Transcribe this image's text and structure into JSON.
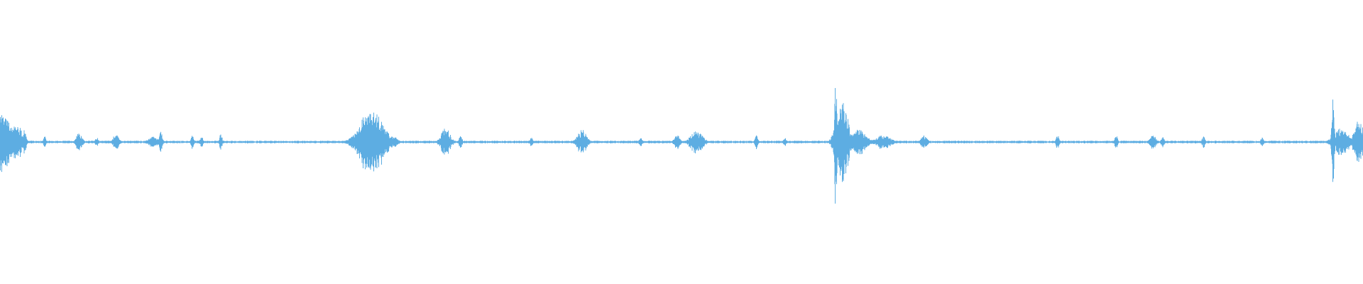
{
  "waveform": {
    "color": "#5dade2",
    "background": "#ffffff",
    "time_range": [
      0,
      1
    ],
    "amplitude_range": [
      -1,
      1
    ],
    "noise_floor": 0.008,
    "events": [
      {
        "t": 0.0,
        "amp": 0.25,
        "spread": 0.008,
        "up": 1.0,
        "down": 1.0
      },
      {
        "t": 0.012,
        "amp": 0.16,
        "spread": 0.004,
        "up": 1.0,
        "down": 1.0
      },
      {
        "t": 0.018,
        "amp": 0.11,
        "spread": 0.001,
        "up": 1.0,
        "down": 1.0
      },
      {
        "t": 0.033,
        "amp": 0.05,
        "spread": 0.001,
        "up": 1.0,
        "down": 1.0
      },
      {
        "t": 0.058,
        "amp": 0.08,
        "spread": 0.002,
        "up": 1.0,
        "down": 1.0
      },
      {
        "t": 0.071,
        "amp": 0.05,
        "spread": 0.001,
        "up": 1.0,
        "down": 1.0
      },
      {
        "t": 0.085,
        "amp": 0.07,
        "spread": 0.002,
        "up": 1.0,
        "down": 1.0
      },
      {
        "t": 0.112,
        "amp": 0.05,
        "spread": 0.003,
        "up": 1.0,
        "down": 1.0
      },
      {
        "t": 0.118,
        "amp": 0.09,
        "spread": 0.001,
        "up": 1.0,
        "down": 1.0
      },
      {
        "t": 0.141,
        "amp": 0.08,
        "spread": 0.001,
        "up": 1.0,
        "down": 1.0
      },
      {
        "t": 0.148,
        "amp": 0.05,
        "spread": 0.001,
        "up": 1.0,
        "down": 1.0
      },
      {
        "t": 0.162,
        "amp": 0.07,
        "spread": 0.001,
        "up": 1.0,
        "down": 1.0
      },
      {
        "t": 0.263,
        "amp": 0.08,
        "spread": 0.001,
        "up": 1.0,
        "down": 1.0
      },
      {
        "t": 0.266,
        "amp": 0.27,
        "spread": 0.0007,
        "up": 1.0,
        "down": 1.0
      },
      {
        "t": 0.273,
        "amp": 0.27,
        "spread": 0.008,
        "up": 0.9,
        "down": 1.0
      },
      {
        "t": 0.29,
        "amp": 0.05,
        "spread": 0.002,
        "up": 1.0,
        "down": 1.0
      },
      {
        "t": 0.327,
        "amp": 0.13,
        "spread": 0.003,
        "up": 0.9,
        "down": 1.0
      },
      {
        "t": 0.338,
        "amp": 0.06,
        "spread": 0.001,
        "up": 1.0,
        "down": 1.0
      },
      {
        "t": 0.39,
        "amp": 0.04,
        "spread": 0.001,
        "up": 1.0,
        "down": 1.0
      },
      {
        "t": 0.427,
        "amp": 0.11,
        "spread": 0.003,
        "up": 1.0,
        "down": 1.0
      },
      {
        "t": 0.47,
        "amp": 0.04,
        "spread": 0.001,
        "up": 1.0,
        "down": 1.0
      },
      {
        "t": 0.497,
        "amp": 0.06,
        "spread": 0.002,
        "up": 1.0,
        "down": 1.0
      },
      {
        "t": 0.511,
        "amp": 0.1,
        "spread": 0.004,
        "up": 1.0,
        "down": 1.0
      },
      {
        "t": 0.555,
        "amp": 0.06,
        "spread": 0.001,
        "up": 1.0,
        "down": 1.0
      },
      {
        "t": 0.576,
        "amp": 0.04,
        "spread": 0.001,
        "up": 1.0,
        "down": 1.0
      },
      {
        "t": 0.613,
        "amp": 0.63,
        "spread": 0.0008,
        "up": 1.0,
        "down": 1.0
      },
      {
        "t": 0.618,
        "amp": 0.35,
        "spread": 0.004,
        "up": 0.8,
        "down": 1.0
      },
      {
        "t": 0.63,
        "amp": 0.11,
        "spread": 0.005,
        "up": 1.0,
        "down": 1.0
      },
      {
        "t": 0.648,
        "amp": 0.06,
        "spread": 0.005,
        "up": 1.0,
        "down": 1.0
      },
      {
        "t": 0.678,
        "amp": 0.06,
        "spread": 0.002,
        "up": 1.0,
        "down": 1.0
      },
      {
        "t": 0.776,
        "amp": 0.06,
        "spread": 0.001,
        "up": 1.0,
        "down": 1.0
      },
      {
        "t": 0.819,
        "amp": 0.06,
        "spread": 0.001,
        "up": 1.0,
        "down": 1.0
      },
      {
        "t": 0.846,
        "amp": 0.06,
        "spread": 0.002,
        "up": 1.0,
        "down": 1.0
      },
      {
        "t": 0.853,
        "amp": 0.05,
        "spread": 0.001,
        "up": 1.0,
        "down": 1.0
      },
      {
        "t": 0.883,
        "amp": 0.05,
        "spread": 0.001,
        "up": 1.0,
        "down": 1.0
      },
      {
        "t": 0.926,
        "amp": 0.04,
        "spread": 0.001,
        "up": 1.0,
        "down": 1.0
      },
      {
        "t": 0.978,
        "amp": 0.38,
        "spread": 0.0008,
        "up": 0.9,
        "down": 1.0
      },
      {
        "t": 0.984,
        "amp": 0.12,
        "spread": 0.005,
        "up": 1.0,
        "down": 1.0
      },
      {
        "t": 0.997,
        "amp": 0.2,
        "spread": 0.003,
        "up": 1.0,
        "down": 1.0
      }
    ]
  }
}
